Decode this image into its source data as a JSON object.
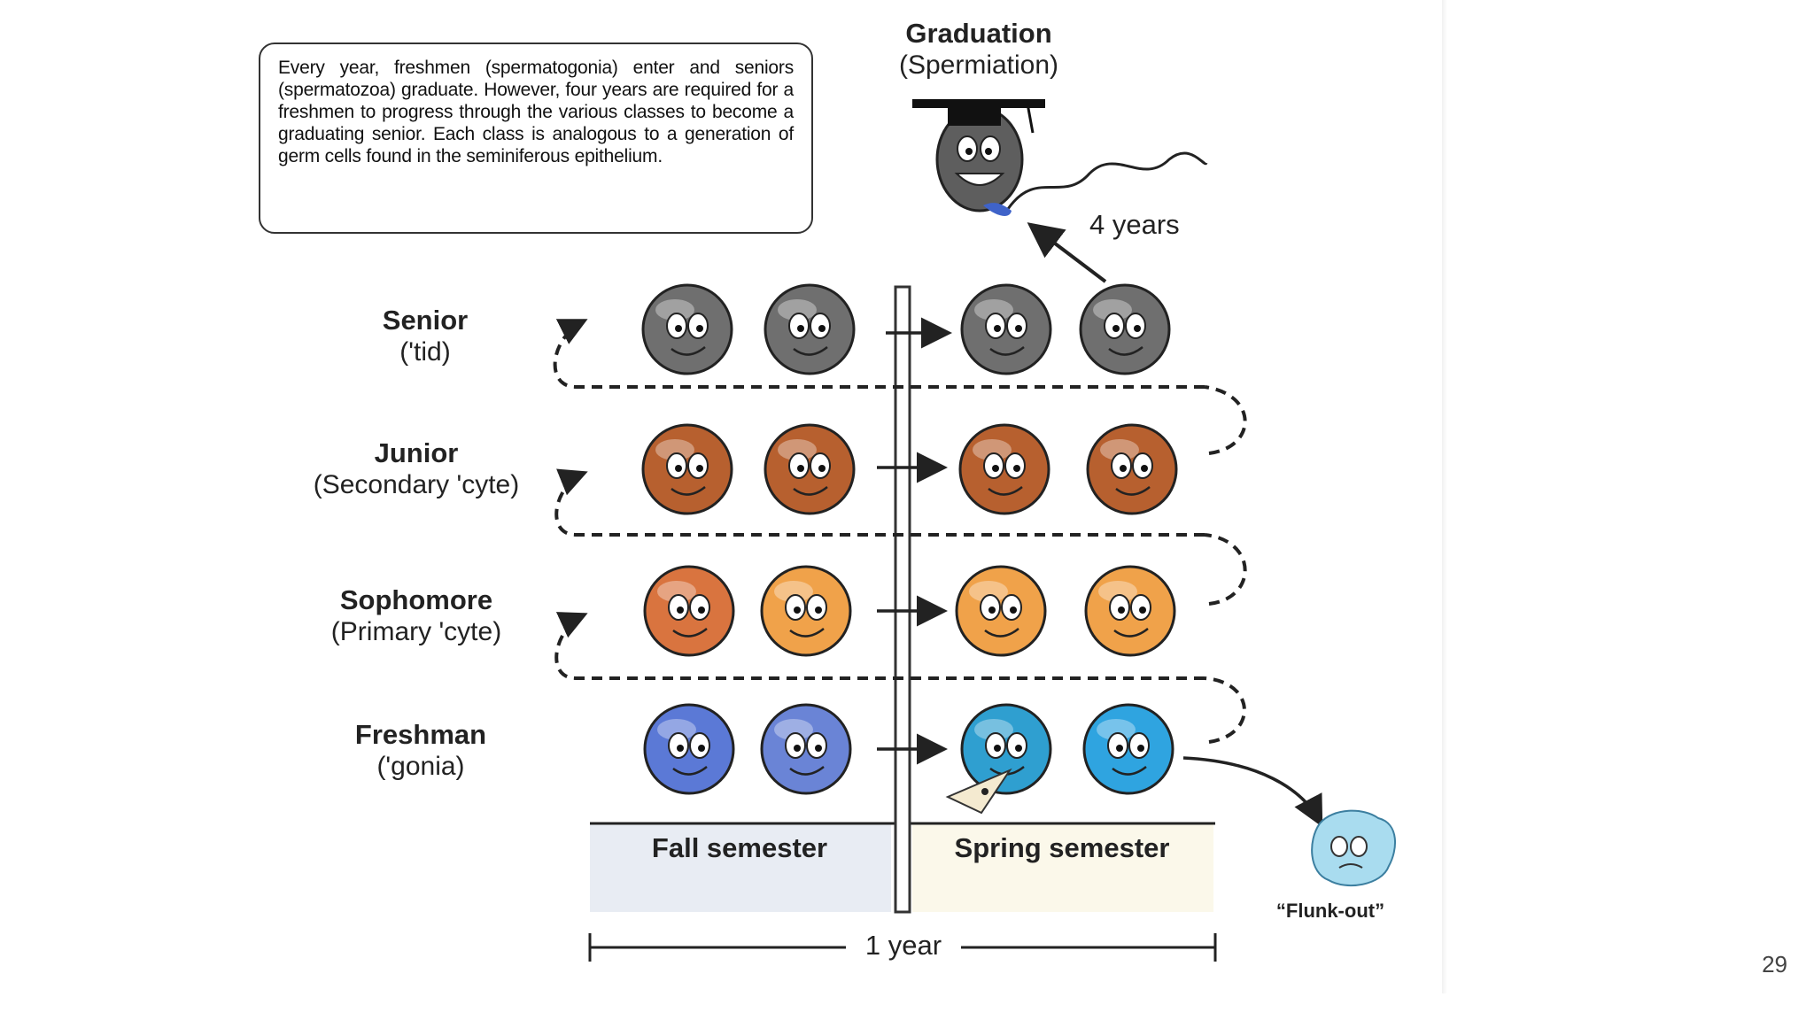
{
  "caption": "Every year, freshmen (spermatogonia) enter and seniors (spermatozoa) graduate. However, four years are required for a freshmen to progress through the various classes to become a graduating senior. Each class is analogous to a generation of germ cells found in the seminiferous epithelium.",
  "graduation": {
    "title": "Graduation",
    "subtitle": "(Spermiation)"
  },
  "four_years": "4 years",
  "classes": [
    {
      "name": "Senior",
      "sub": "('tid)",
      "colors": [
        "#6f6f6f",
        "#6f6f6f",
        "#6f6f6f",
        "#6f6f6f"
      ]
    },
    {
      "name": "Junior",
      "sub": "(Secondary 'cyte)",
      "colors": [
        "#b7602f",
        "#b7602f",
        "#b7602f",
        "#b7602f"
      ]
    },
    {
      "name": "Sophomore",
      "sub": "(Primary 'cyte)",
      "colors": [
        "#d9743f",
        "#f0a24a",
        "#f0a24a",
        "#f0a24a"
      ]
    },
    {
      "name": "Freshman",
      "sub": "('gonia)",
      "colors": [
        "#5b79d6",
        "#6a84d6",
        "#2f9fd0",
        "#2fa4e0"
      ]
    }
  ],
  "semesters": {
    "fall": "Fall semester",
    "spring": "Spring semester"
  },
  "year_label": "1 year",
  "flunk_out": "“Flunk-out”",
  "page_number": "29"
}
